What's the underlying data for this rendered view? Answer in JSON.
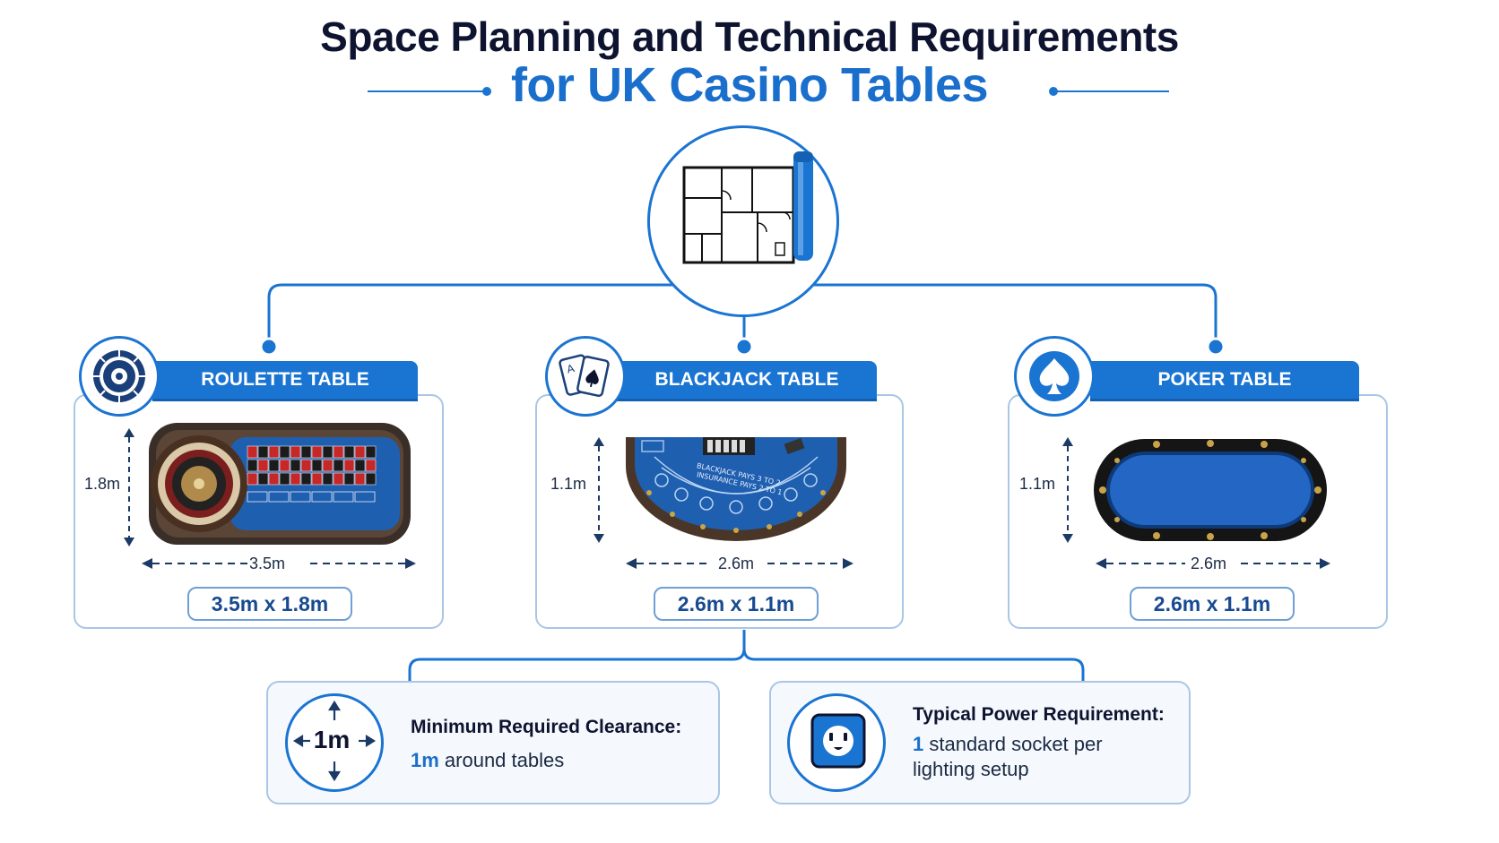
{
  "title": {
    "line1": "Space Planning and Technical Requirements",
    "line2": "for UK Casino Tables"
  },
  "icons": {
    "hub": "floor-plan-blueprint-icon",
    "roulette": "roulette-wheel-icon",
    "blackjack": "playing-cards-icon",
    "poker": "spade-icon",
    "clearance": "expand-arrows-icon",
    "power": "power-socket-icon"
  },
  "tables": [
    {
      "name": "ROULETTE TABLE",
      "depth_label": "1.8m",
      "width_label": "3.5m",
      "size": "3.5m x 1.8m"
    },
    {
      "name": "BLACKJACK TABLE",
      "depth_label": "1.1m",
      "width_label": "2.6m",
      "size": "2.6m x 1.1m"
    },
    {
      "name": "POKER TABLE",
      "depth_label": "1.1m",
      "width_label": "2.6m",
      "size": "2.6m x 1.1m"
    }
  ],
  "blackjack_felt": {
    "line1": "BLACKJACK PAYS 3 TO 2",
    "line2": "INSURANCE PAYS 2 TO 1"
  },
  "requirements": {
    "clearance": {
      "icon_label": "1m",
      "title": "Minimum Required Clearance:",
      "value": "1m",
      "text": " around tables"
    },
    "power": {
      "title": "Typical Power Requirement:",
      "value": "1",
      "line1": " standard socket per",
      "line2": "lighting setup"
    }
  },
  "colors": {
    "accent": "#1a74d2",
    "title_dark": "#0e1430",
    "felt_blue": "#1f5fb0",
    "table_rim": "#3a2e28"
  }
}
